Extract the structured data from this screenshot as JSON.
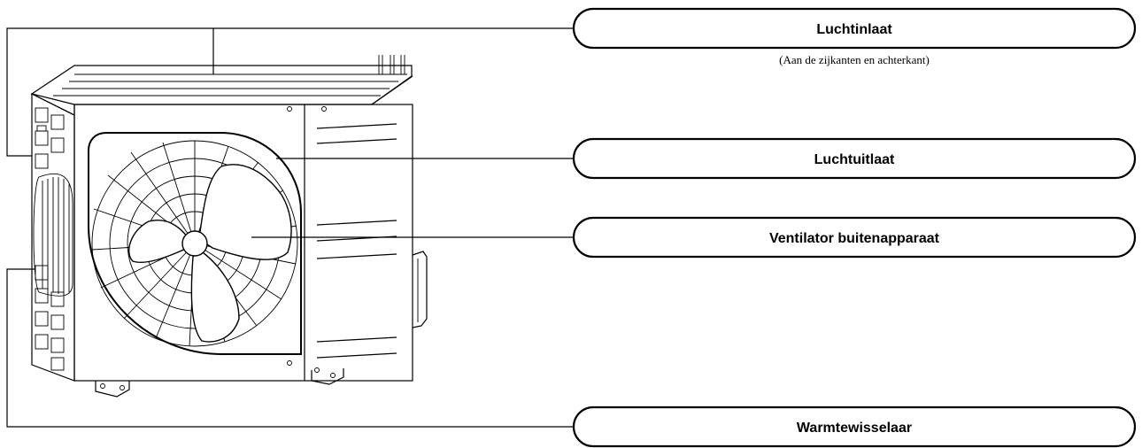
{
  "labels": {
    "air_inlet": "Luchtinlaat",
    "air_inlet_note": "(Aan de zijkanten en achterkant)",
    "air_outlet": "Luchtuitlaat",
    "outdoor_fan": "Ventilator buitenapparaat",
    "heat_exchanger": "Warmtewisselaar"
  }
}
